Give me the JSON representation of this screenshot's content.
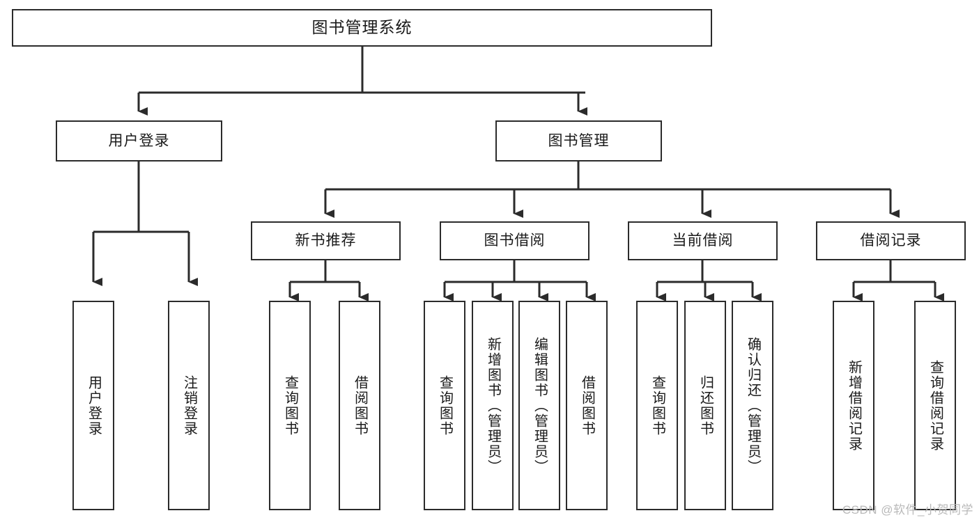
{
  "diagram": {
    "title": "图书管理系统",
    "watermark": "CSDN @软件_小贺同学",
    "level1": {
      "root": "图书管理系统"
    },
    "level2": [
      {
        "id": "user-login",
        "label": "用户登录"
      },
      {
        "id": "book-manage",
        "label": "图书管理"
      }
    ],
    "level3": [
      {
        "id": "new-book-recommend",
        "label": "新书推荐"
      },
      {
        "id": "book-borrow",
        "label": "图书借阅"
      },
      {
        "id": "current-borrow",
        "label": "当前借阅"
      },
      {
        "id": "borrow-record",
        "label": "借阅记录"
      }
    ],
    "leaves": {
      "user_login": [
        {
          "id": "leaf-user-login",
          "label": "用户登录"
        },
        {
          "id": "leaf-logout-login",
          "label": "注销登录"
        }
      ],
      "new_book_recommend": [
        {
          "id": "leaf-query-book-1",
          "label": "查询图书"
        },
        {
          "id": "leaf-borrow-book-1",
          "label": "借阅图书"
        }
      ],
      "book_borrow": [
        {
          "id": "leaf-query-book-2",
          "label": "查询图书"
        },
        {
          "id": "leaf-add-book",
          "label": "新增图书（管理员）"
        },
        {
          "id": "leaf-edit-book",
          "label": "编辑图书（管理员）"
        },
        {
          "id": "leaf-borrow-book-2",
          "label": "借阅图书"
        }
      ],
      "current_borrow": [
        {
          "id": "leaf-query-book-3",
          "label": "查询图书"
        },
        {
          "id": "leaf-return-book",
          "label": "归还图书"
        },
        {
          "id": "leaf-confirm-return",
          "label": "确认归还（管理员）"
        }
      ],
      "borrow_record": [
        {
          "id": "leaf-add-record",
          "label": "新增借阅记录"
        },
        {
          "id": "leaf-query-record",
          "label": "查询借阅记录"
        }
      ]
    },
    "colors": {
      "stroke": "#2b2b2b",
      "background": "#ffffff",
      "text": "#1a1a1a",
      "watermark": "#b9b9b9"
    }
  }
}
